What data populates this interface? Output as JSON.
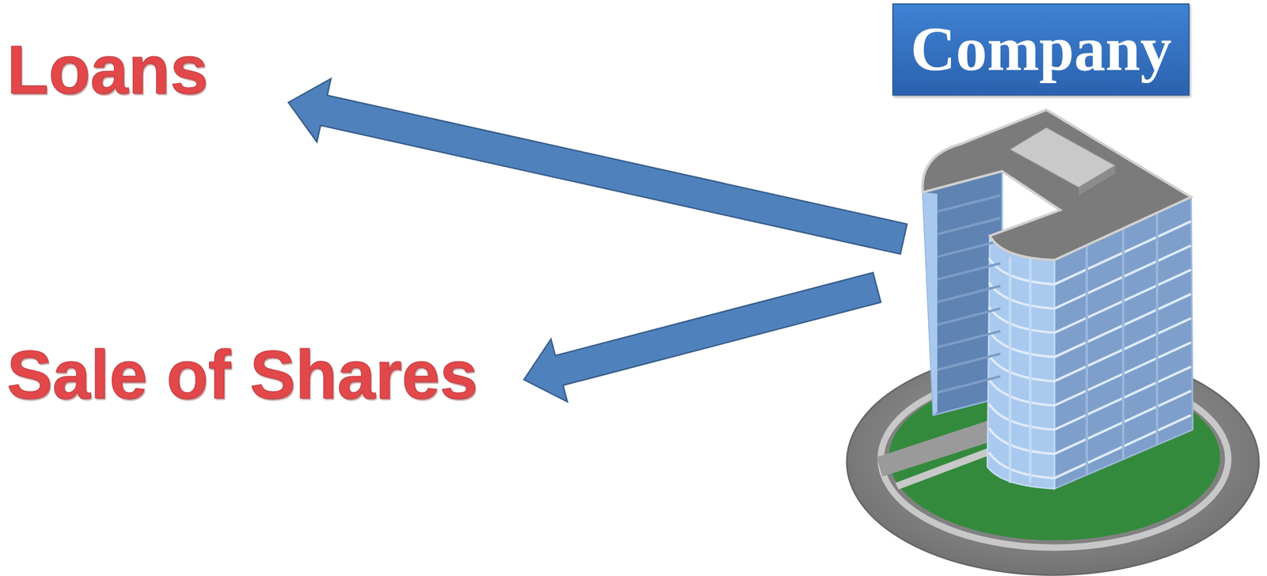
{
  "diagram": {
    "nodes": [
      {
        "text": [
          "Company"
        ]
      },
      {
        "text": [
          "Loans"
        ]
      },
      {
        "text": [
          "Sale of Shares"
        ]
      }
    ],
    "edges": [
      {
        "from": 0,
        "to": 1,
        "arrow": "to"
      },
      {
        "from": 0,
        "to": 2,
        "arrow": "to"
      }
    ]
  }
}
